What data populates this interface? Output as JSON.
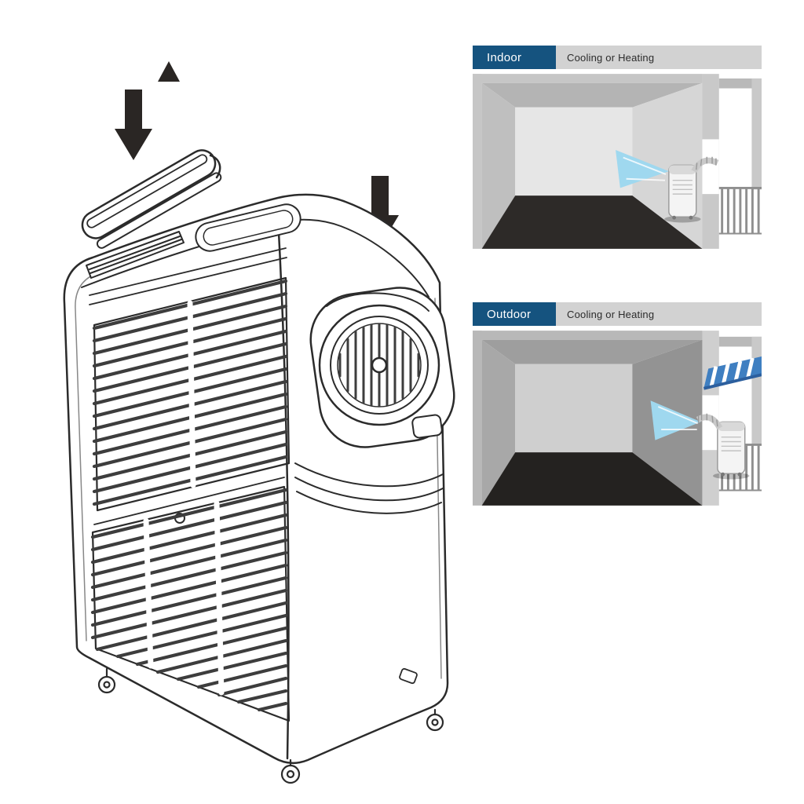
{
  "title": "Portable air conditioner exhaust installation diagram",
  "colors": {
    "header_blue": "#15537f",
    "header_gray": "#d2d2d2",
    "airflow_blue": "#9fd8ef",
    "awning_blue": "#3f7fc1",
    "awning_edge_blue": "#2c5f9e",
    "line_dark": "#2b2b2b",
    "arrow_black": "#2a2624"
  },
  "icons": {
    "up_arrow": "▲",
    "down_arrow": "↓"
  },
  "panels": [
    {
      "id": "indoor",
      "label": "Indoor",
      "subtitle": "Cooling or Heating"
    },
    {
      "id": "outdoor",
      "label": "Outdoor",
      "subtitle": "Cooling or Heating"
    }
  ]
}
